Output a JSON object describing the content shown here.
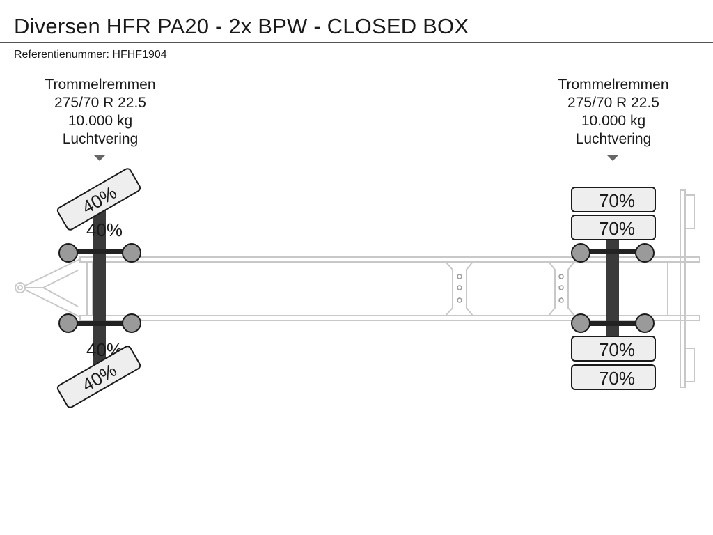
{
  "header": {
    "title": "Diversen HFR PA20 - 2x BPW - CLOSED BOX",
    "reference": "Referentienummer: HFHF1904"
  },
  "axles": [
    {
      "brakes": "Trommelremmen",
      "tire_size": "275/70 R 22.5",
      "capacity": "10.000 kg",
      "suspension": "Luchtvering",
      "tires": [
        {
          "position": "left-outer",
          "tread": "40%"
        },
        {
          "position": "left-inner",
          "tread": "40%"
        },
        {
          "position": "right-inner",
          "tread": "40%"
        },
        {
          "position": "right-outer",
          "tread": "40%"
        }
      ]
    },
    {
      "brakes": "Trommelremmen",
      "tire_size": "275/70 R 22.5",
      "capacity": "10.000 kg",
      "suspension": "Luchtvering",
      "tires": [
        {
          "position": "left-outer",
          "tread": "70%"
        },
        {
          "position": "left-inner",
          "tread": "70%"
        },
        {
          "position": "right-inner",
          "tread": "70%"
        },
        {
          "position": "right-outer",
          "tread": "70%"
        }
      ]
    }
  ],
  "colors": {
    "frame": "#c8c8c8",
    "axle": "#3a3a3a",
    "hub": "#9a9a9a",
    "tire_fill": "#eeeeee",
    "tire_stroke": "#1a1a1a"
  }
}
